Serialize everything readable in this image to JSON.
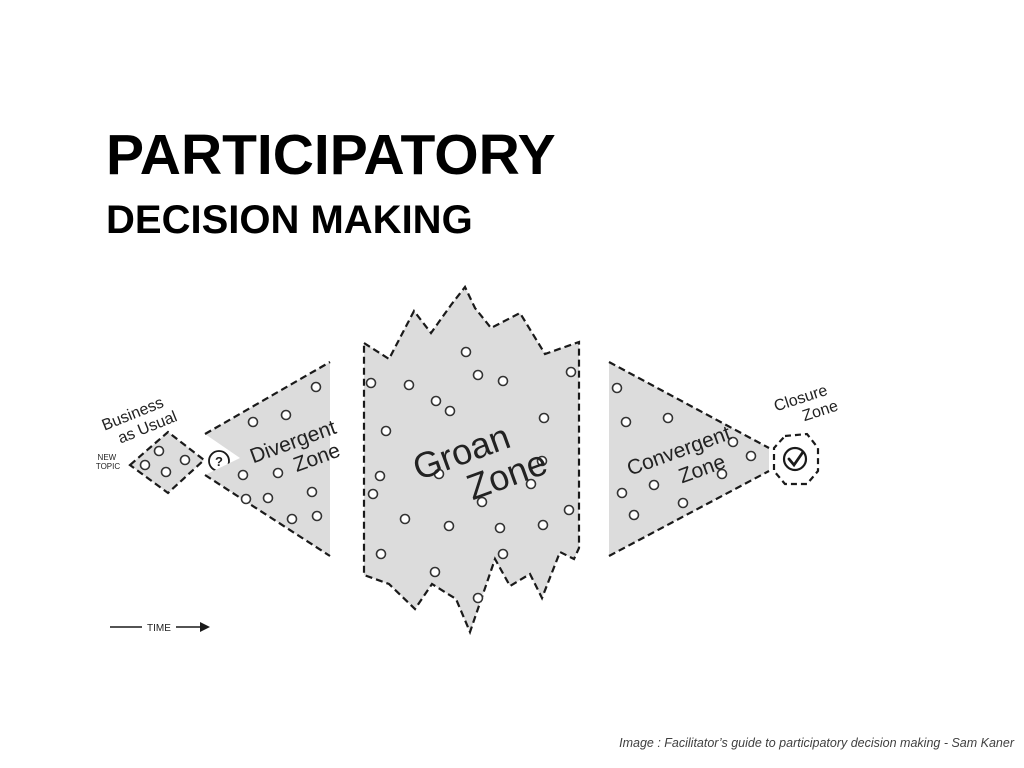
{
  "slide": {
    "title": "PARTICIPATORY",
    "subtitle": "DECISION MAKING",
    "caption": "Image : Facilitator’s guide to participatory decision making - Sam Kaner"
  },
  "diagram": {
    "business_as_usual": [
      "Business",
      "as Usual"
    ],
    "new_topic": [
      "NEW",
      "TOPIC"
    ],
    "question_mark": "?",
    "divergent_zone": [
      "Divergent",
      "Zone"
    ],
    "groan_zone": [
      "Groan",
      "Zone"
    ],
    "convergent_zone": [
      "Convergent",
      "Zone"
    ],
    "closure_zone": [
      "Closure",
      "Zone"
    ],
    "time": "TIME"
  },
  "colors": {
    "zone_fill": "#dcdcdc",
    "outline": "#1a1a1a",
    "text": "#000000",
    "caption": "#404040"
  }
}
